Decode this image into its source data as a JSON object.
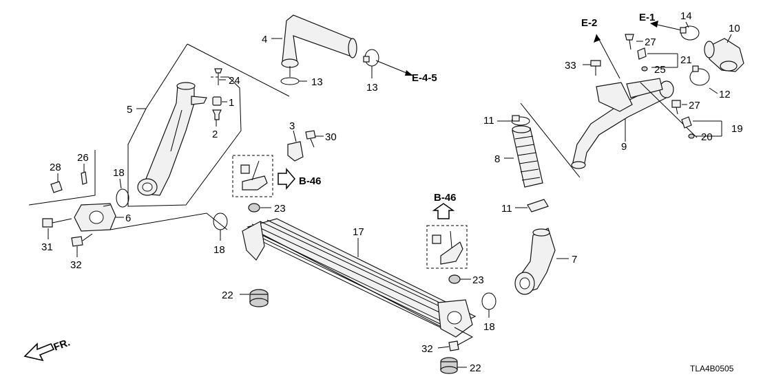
{
  "diagram": {
    "code": "TLA4B0505",
    "front_label": "FR.",
    "callouts": [
      {
        "id": "c14",
        "text": "14"
      },
      {
        "id": "c10",
        "text": "10"
      },
      {
        "id": "c27a",
        "text": "27"
      },
      {
        "id": "c21",
        "text": "21"
      },
      {
        "id": "c25",
        "text": "25"
      },
      {
        "id": "c33",
        "text": "33"
      },
      {
        "id": "c12",
        "text": "12"
      },
      {
        "id": "c27b",
        "text": "27"
      },
      {
        "id": "c19",
        "text": "19"
      },
      {
        "id": "c20",
        "text": "20"
      },
      {
        "id": "c9",
        "text": "9"
      },
      {
        "id": "c11a",
        "text": "11"
      },
      {
        "id": "c8",
        "text": "8"
      },
      {
        "id": "c11b",
        "text": "11"
      },
      {
        "id": "c7",
        "text": "7"
      },
      {
        "id": "c4",
        "text": "4"
      },
      {
        "id": "c13a",
        "text": "13"
      },
      {
        "id": "c13b",
        "text": "13"
      },
      {
        "id": "c24",
        "text": "24"
      },
      {
        "id": "c1",
        "text": "1"
      },
      {
        "id": "c2",
        "text": "2"
      },
      {
        "id": "c5",
        "text": "5"
      },
      {
        "id": "c3",
        "text": "3"
      },
      {
        "id": "c30",
        "text": "30"
      },
      {
        "id": "c28",
        "text": "28"
      },
      {
        "id": "c26",
        "text": "26"
      },
      {
        "id": "c18a",
        "text": "18"
      },
      {
        "id": "c6",
        "text": "6"
      },
      {
        "id": "c31",
        "text": "31"
      },
      {
        "id": "c32a",
        "text": "32"
      },
      {
        "id": "c23a",
        "text": "23"
      },
      {
        "id": "c17",
        "text": "17"
      },
      {
        "id": "c18b",
        "text": "18"
      },
      {
        "id": "c22a",
        "text": "22"
      },
      {
        "id": "c23b",
        "text": "23"
      },
      {
        "id": "c18c",
        "text": "18"
      },
      {
        "id": "c32b",
        "text": "32"
      },
      {
        "id": "c22b",
        "text": "22"
      }
    ],
    "references": [
      {
        "id": "r_e1",
        "text": "E-1"
      },
      {
        "id": "r_e2",
        "text": "E-2"
      },
      {
        "id": "r_e45",
        "text": "E-4-5"
      },
      {
        "id": "r_b46a",
        "text": "B-46"
      },
      {
        "id": "r_b46b",
        "text": "B-46"
      }
    ]
  }
}
